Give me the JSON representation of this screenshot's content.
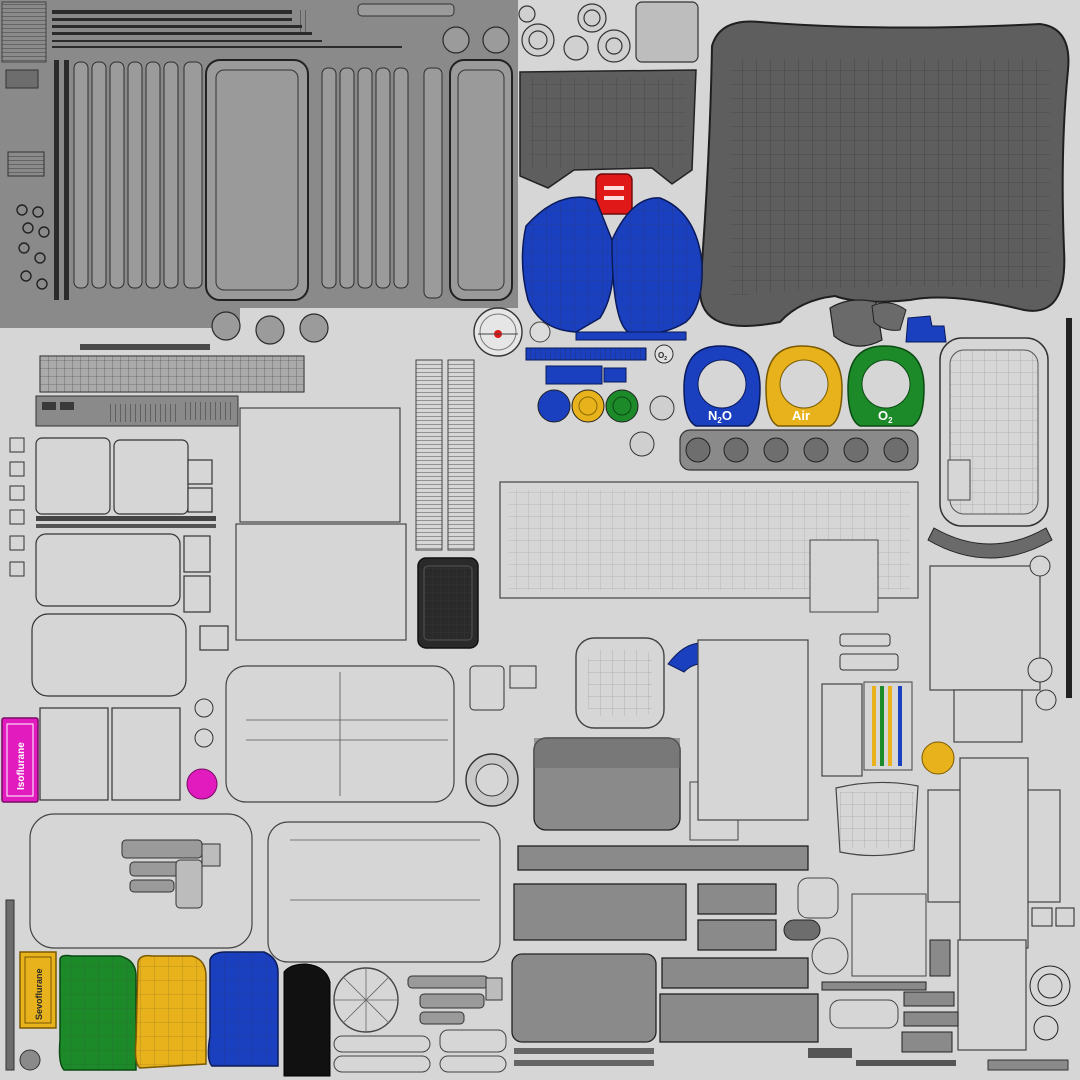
{
  "labels": {
    "n2o_main": "N",
    "n2o_sub": "2",
    "n2o_end": "O",
    "air": "Air",
    "o2_main": "O",
    "o2_sub": "2",
    "o2_small": "O",
    "o2_small_sub": "2",
    "isoflurane": "Isoflurane",
    "sevoflurane": "Sevoflurane"
  },
  "colors": {
    "background": "#d6d6d6",
    "panel_dark": "#8a8a8a",
    "shell_dark": "#5e5e5e",
    "n2o_blue": "#1a3fbf",
    "air_yellow": "#e8b21c",
    "o2_green": "#1d8a2a",
    "iso_magenta": "#e21bbf",
    "alarm_red": "#e01818",
    "black_bottle": "#111111"
  }
}
